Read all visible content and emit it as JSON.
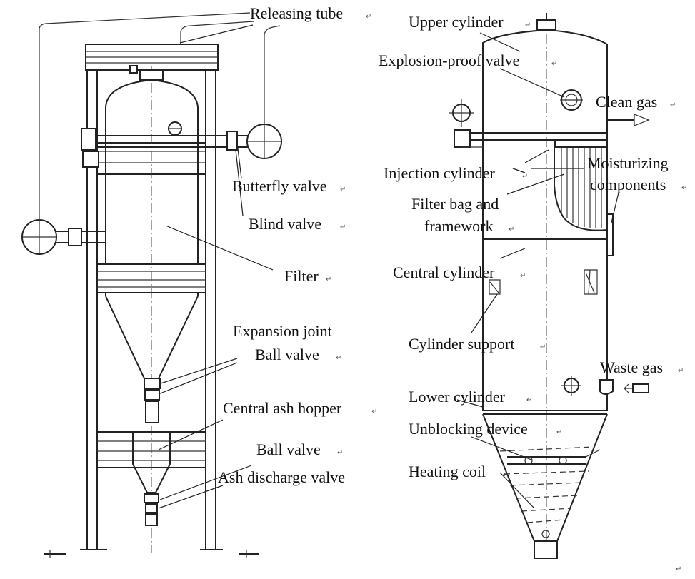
{
  "left_labels": {
    "releasing_tube": "Releasing tube",
    "butterfly_valve": "Butterfly valve",
    "blind_valve": "Blind valve",
    "filter": "Filter",
    "expansion_joint": "Expansion joint",
    "ball_valve_upper": "Ball valve",
    "central_ash_hopper": "Central ash hopper",
    "ball_valve_lower": "Ball valve",
    "ash_discharge_valve": "Ash discharge valve"
  },
  "right_labels": {
    "upper_cylinder": "Upper cylinder",
    "explosion_proof_valve": "Explosion-proof valve",
    "clean_gas": "Clean gas",
    "injection_cylinder": "Injection cylinder",
    "moisturizing_line1": "Moisturizing",
    "moisturizing_line2": "components",
    "filter_bag_line1": "Filter bag and",
    "filter_bag_line2": "framework",
    "central_cylinder": "Central cylinder",
    "cylinder_support": "Cylinder support",
    "waste_gas": "Waste gas",
    "lower_cylinder": "Lower cylinder",
    "unblocking_device": "Unblocking device",
    "heating_coil": "Heating coil"
  },
  "paragraph_mark": "↵"
}
